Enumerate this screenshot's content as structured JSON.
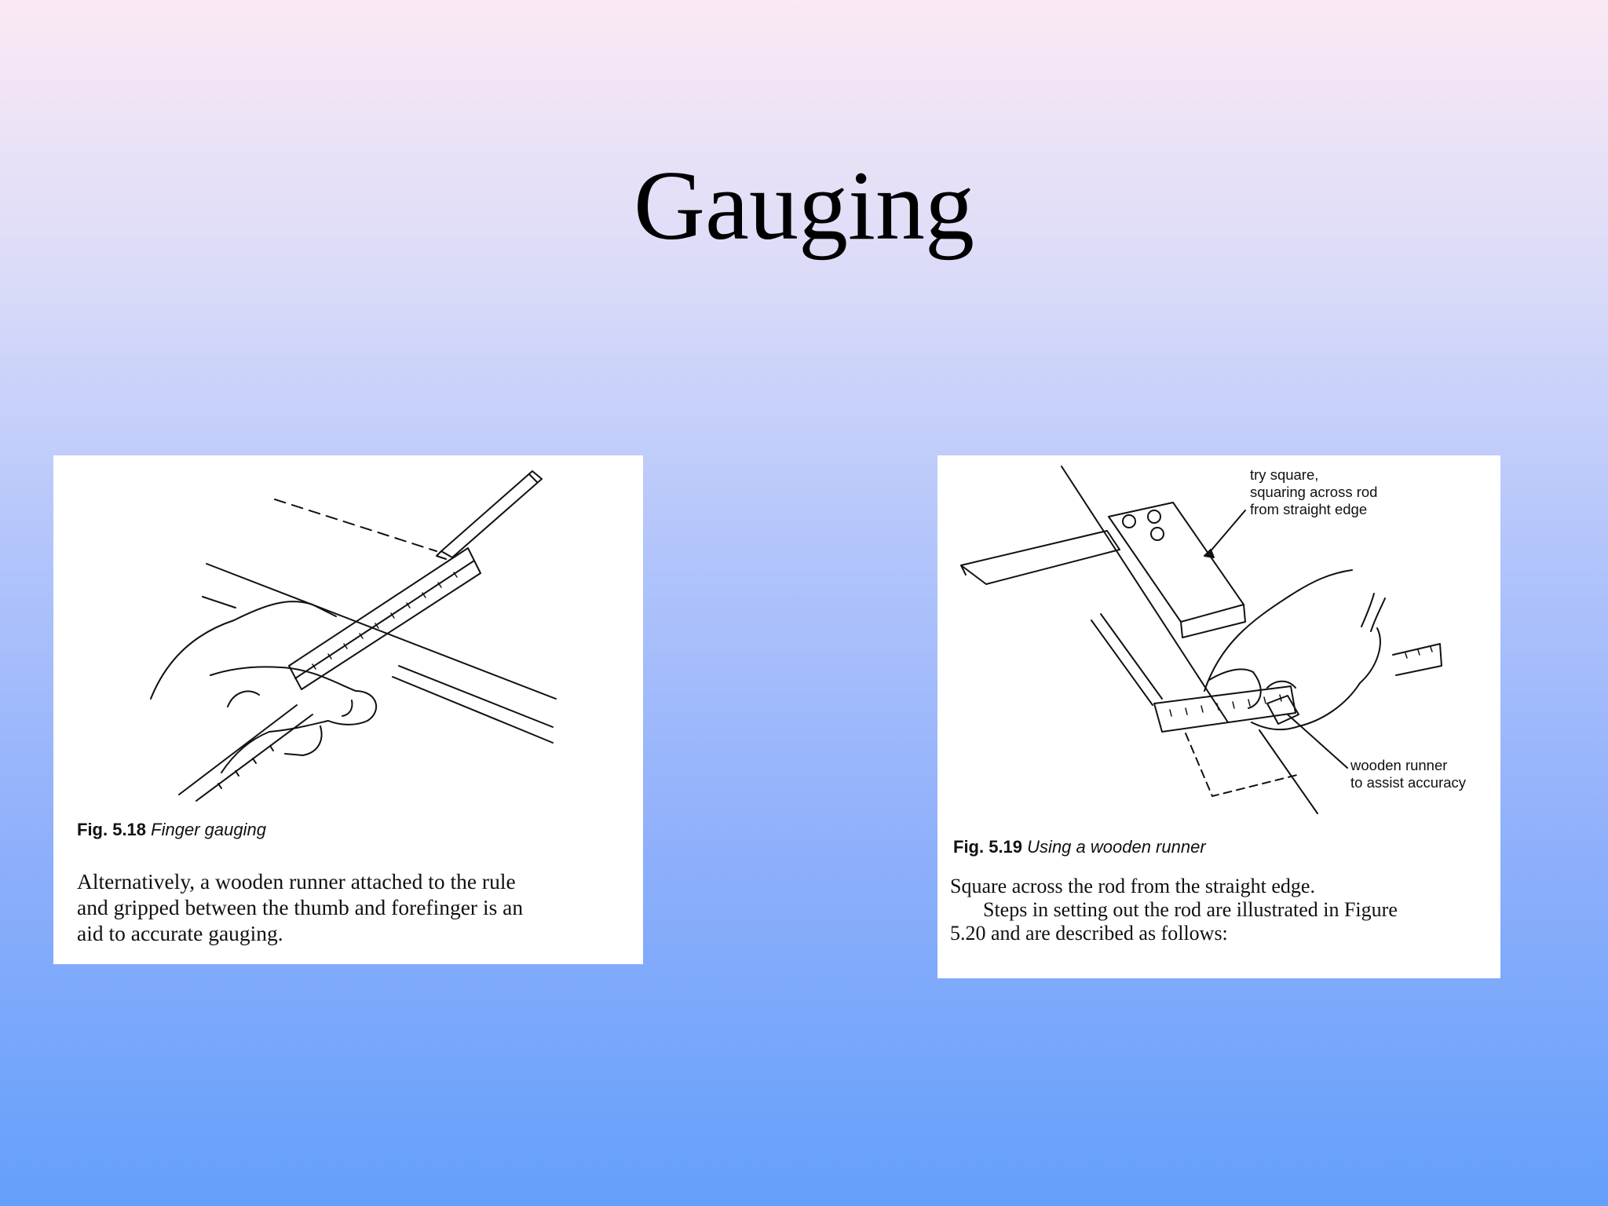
{
  "slide": {
    "title": "Gauging"
  },
  "figures": [
    {
      "fig_number": "Fig. 5.18",
      "fig_title": "Finger gauging",
      "text_lines": [
        "Alternatively, a wooden runner attached to the rule",
        "and gripped between the thumb and forefinger is an",
        "aid to accurate gauging."
      ]
    },
    {
      "fig_number": "Fig. 5.19",
      "fig_title": "Using a wooden runner",
      "labels": {
        "try_square": [
          "try square,",
          "squaring across rod",
          "from straight edge"
        ],
        "wooden_runner": [
          "wooden runner",
          "to assist accuracy"
        ]
      },
      "text_lines": [
        "Square across the rod from the straight edge.",
        "Steps in setting out the rod are illustrated in Figure",
        "5.20 and are described as follows:"
      ]
    }
  ]
}
